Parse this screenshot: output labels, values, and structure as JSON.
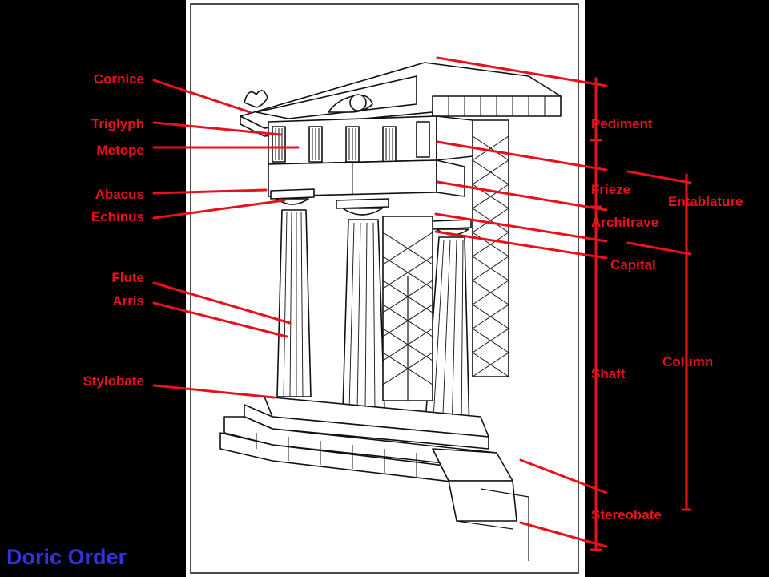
{
  "title": "Doric Order",
  "colors": {
    "background": "#000000",
    "label": "#e8121c",
    "leader": "#e8121c",
    "title": "#3333dd",
    "illustration_bg": "#ffffff",
    "ink": "#111111"
  },
  "labels": {
    "cornice": "Cornice",
    "triglyph": "Triglyph",
    "metope": "Metope",
    "abacus": "Abacus",
    "echinus": "Echinus",
    "flute": "Flute",
    "arris": "Arris",
    "stylobate": "Stylobate",
    "pediment": "Pediment",
    "frieze": "Frieze",
    "architrave": "Architrave",
    "capital": "Capital",
    "shaft": "Shaft",
    "stereobate": "Stereobate",
    "entablature": "Entablature",
    "column": "Column"
  }
}
